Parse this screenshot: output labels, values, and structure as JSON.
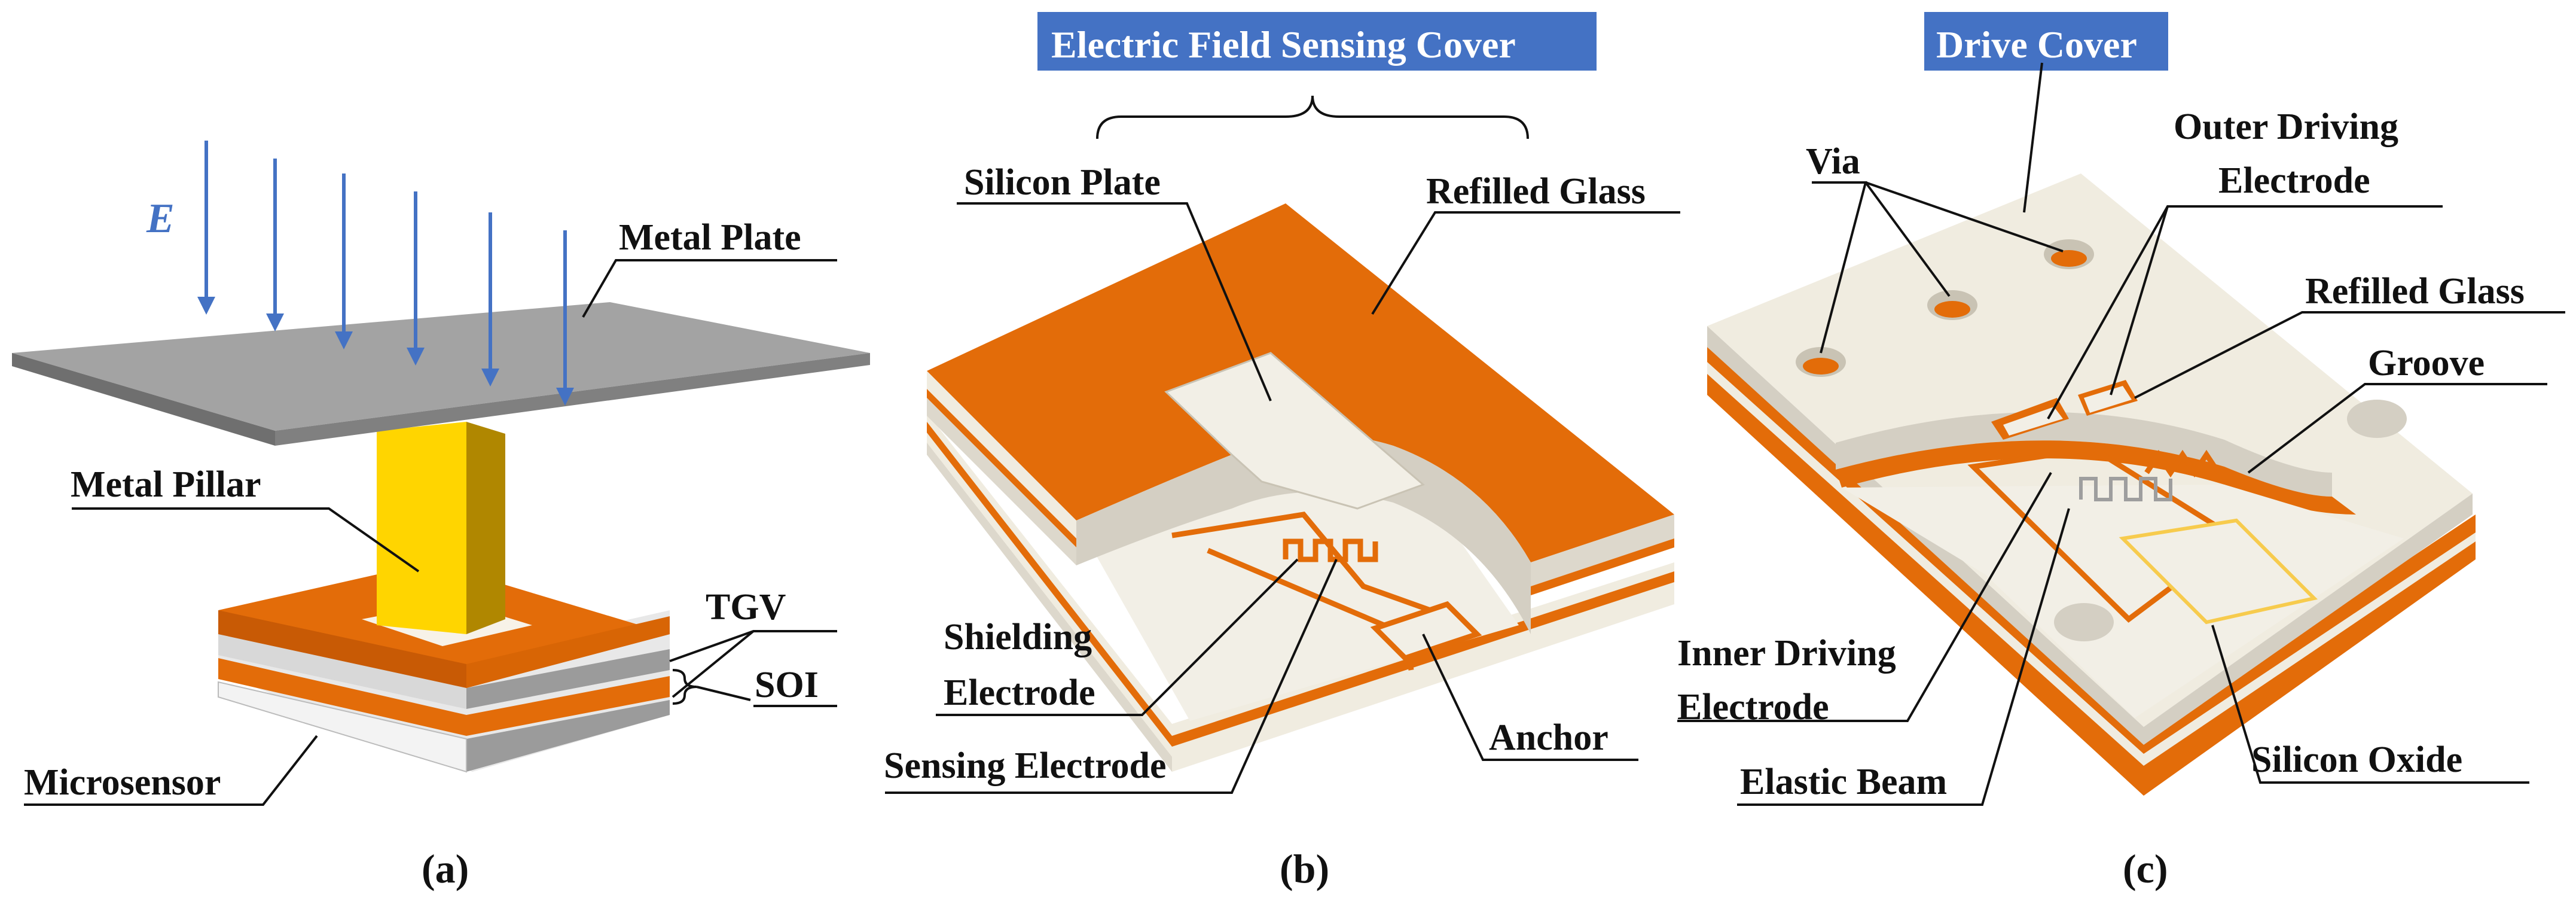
{
  "panels": {
    "a": {
      "caption": "(a)",
      "field_symbol": "E",
      "labels": {
        "metal_plate": "Metal Plate",
        "metal_pillar": "Metal Pillar",
        "tgv": "TGV",
        "soi": "SOI",
        "microsensor": "Microsensor"
      }
    },
    "b": {
      "caption": "(b)",
      "title": "Electric Field Sensing Cover",
      "labels": {
        "silicon_plate": "Silicon Plate",
        "refilled_glass": "Refilled Glass",
        "shielding_electrode_1": "Shielding",
        "shielding_electrode_2": "Electrode",
        "sensing_electrode": "Sensing Electrode",
        "anchor": "Anchor"
      }
    },
    "c": {
      "caption": "(c)",
      "title": "Drive Cover",
      "labels": {
        "via": "Via",
        "outer_driving_electrode_1": "Outer Driving",
        "outer_driving_electrode_2": "Electrode",
        "refilled_glass": "Refilled Glass",
        "groove": "Groove",
        "inner_driving_electrode_1": "Inner Driving",
        "inner_driving_electrode_2": "Electrode",
        "elastic_beam": "Elastic Beam",
        "silicon_oxide": "Silicon Oxide"
      }
    }
  },
  "colors": {
    "orange": "#E36C09",
    "cream": "#F2EFE6",
    "gray_plate": "#9E9E9E",
    "gold": "#FFD500",
    "title_box": "#4472C4",
    "field_arrow": "#4472C4"
  }
}
